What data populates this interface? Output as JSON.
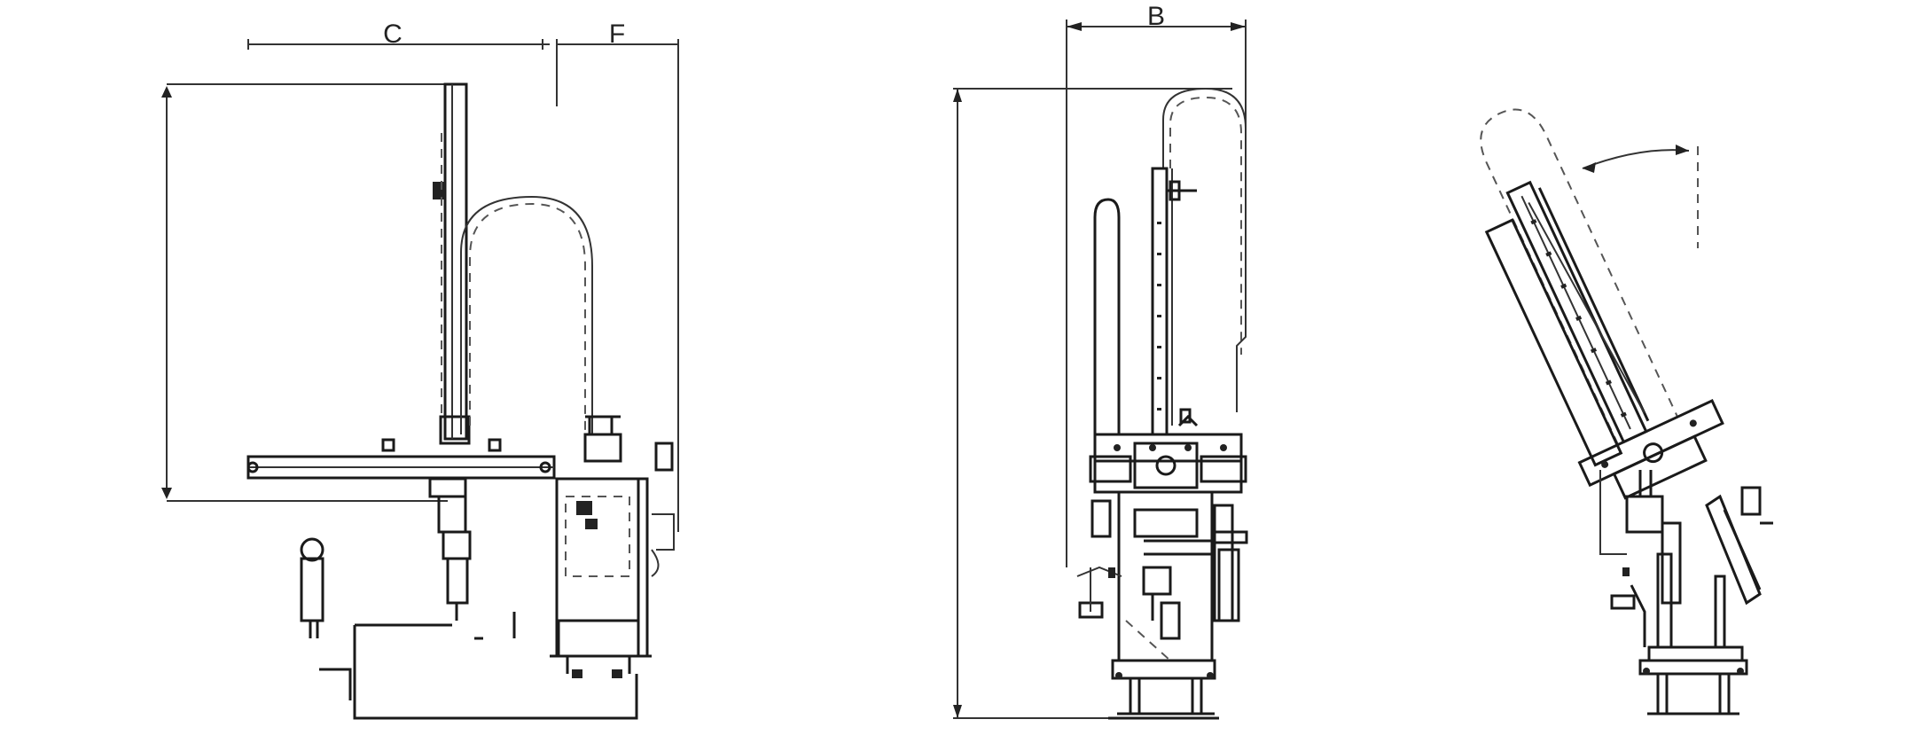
{
  "dimensions": {
    "c_label": "C",
    "f_label": "F",
    "b_label": "B"
  }
}
